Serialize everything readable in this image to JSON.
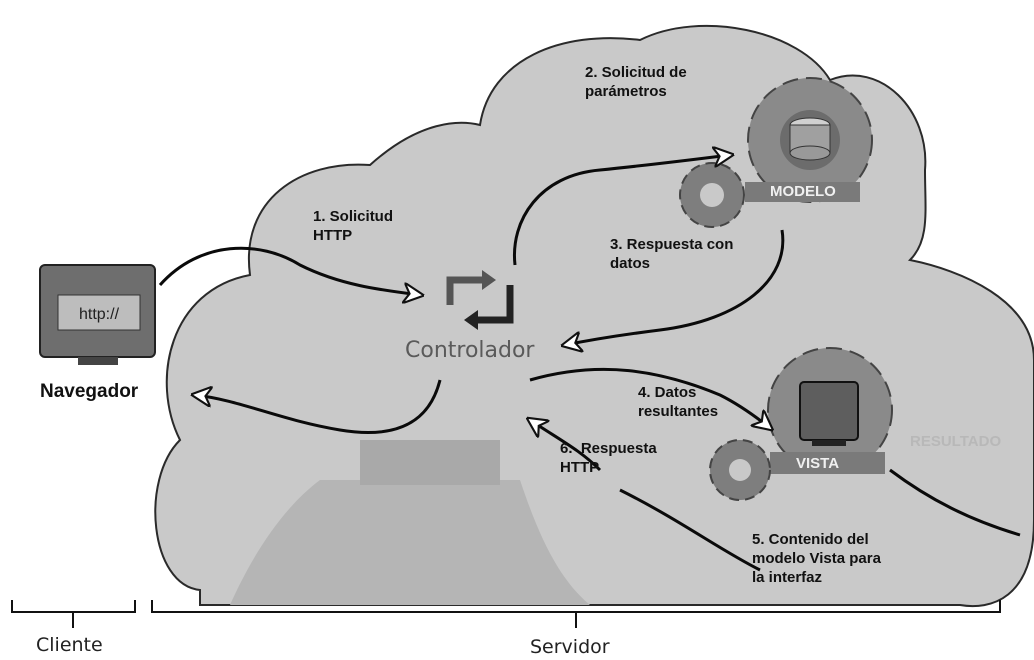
{
  "client": {
    "browser_label": "Navegador",
    "browser_screen_text": "http://"
  },
  "controller": {
    "label": "Controlador"
  },
  "model": {
    "label": "MODELO"
  },
  "view": {
    "label": "VISTA",
    "result_label": "RESULTADO"
  },
  "steps": {
    "step1": [
      "1. Solicitud",
      "HTTP"
    ],
    "step2": [
      "2. Solicitud de",
      "parámetros"
    ],
    "step3": [
      "3. Respuesta con",
      "datos"
    ],
    "step4": [
      "4. Datos",
      "resultantes"
    ],
    "step5": [
      "5. Contenido del",
      "modelo Vista para",
      "la interfaz"
    ],
    "step6": [
      "6.  Respuesta",
      "HTTP"
    ]
  },
  "brackets": {
    "client_label": "Cliente",
    "server_label": "Servidor"
  },
  "colors": {
    "cloud_fill": "#c9c9c9",
    "cloud_stroke": "#111111",
    "gear_dark": "#7a7a7a",
    "arrow_stroke": "#0a0a0a"
  }
}
